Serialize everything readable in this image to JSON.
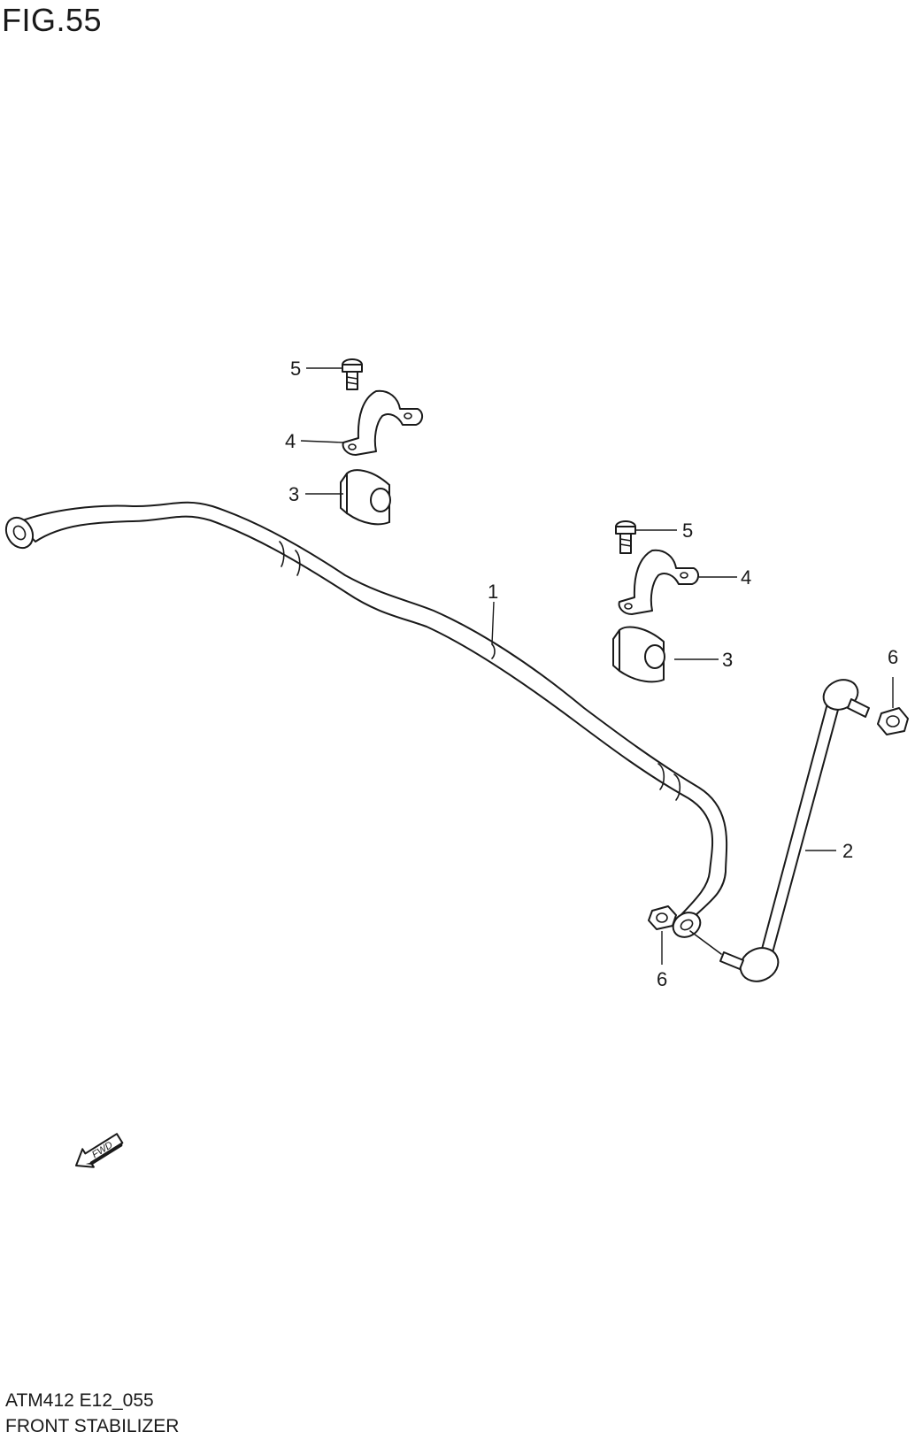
{
  "figure": {
    "title": "FIG.55",
    "code": "ATM412 E12_055",
    "name": "FRONT STABILIZER"
  },
  "callouts": {
    "c1": "1",
    "c2": "2",
    "c3a": "3",
    "c3b": "3",
    "c4a": "4",
    "c4b": "4",
    "c5a": "5",
    "c5b": "5",
    "c6a": "6",
    "c6b": "6"
  },
  "direction_arrow": "FWD"
}
